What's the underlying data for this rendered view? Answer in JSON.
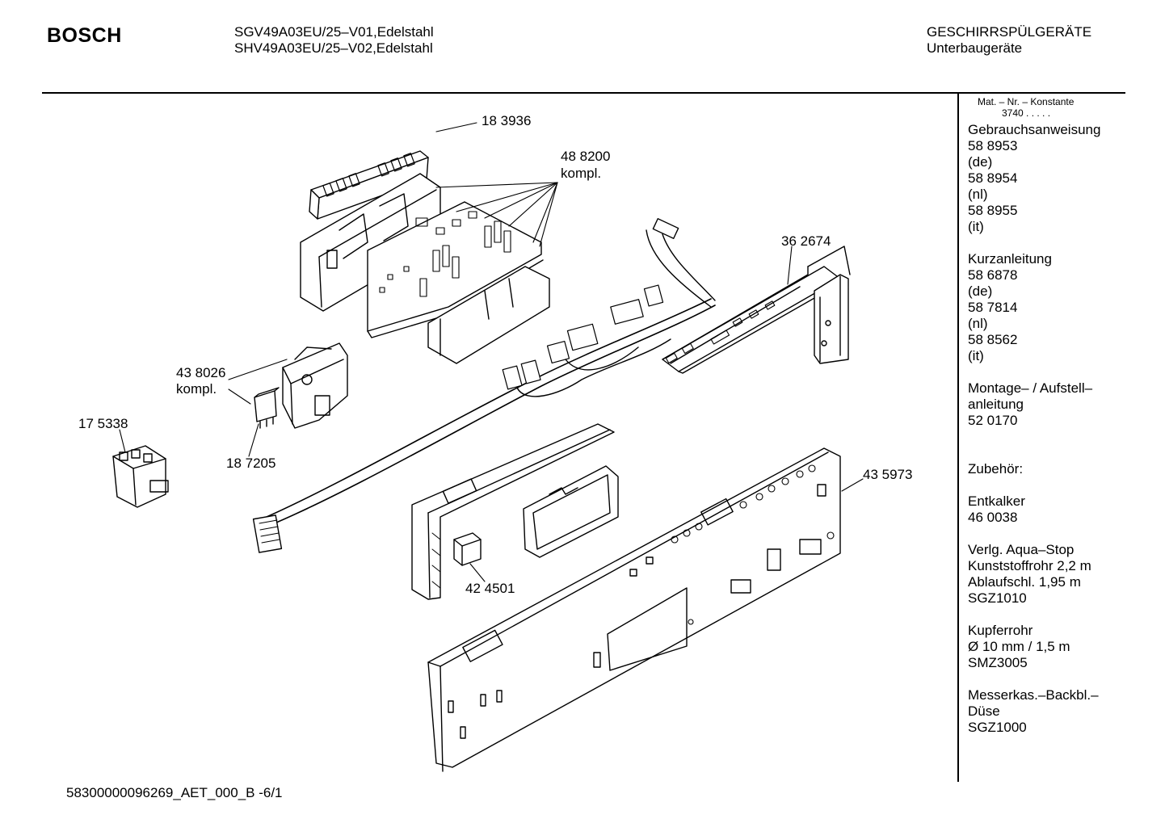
{
  "header": {
    "brand": "BOSCH",
    "model_line_1": "SGV49A03EU/25–V01,Edelstahl",
    "model_line_2": "SHV49A03EU/25–V02,Edelstahl",
    "category_line_1": "GESCHIRRSPÜLGERÄTE",
    "category_line_2": "Unterbaugeräte"
  },
  "sidebar": {
    "mat_label": "Mat. – Nr. – Konstante",
    "mat_value": "3740  .  .  .  .  .",
    "lines": [
      "Gebrauchsanweisung",
      "58 8953",
      "(de)",
      "58 8954",
      "(nl)",
      "58 8955",
      "(it)",
      "",
      "Kurzanleitung",
      "58 6878",
      "(de)",
      "58 7814",
      "(nl)",
      "58 8562",
      "(it)",
      "",
      "Montage– / Aufstell–",
      "anleitung",
      "52 0170",
      "",
      "",
      "Zubehör:",
      "",
      "Entkalker",
      "46 0038",
      "",
      "Verlg. Aqua–Stop",
      "Kunststoffrohr 2,2 m",
      "Ablaufschl. 1,95 m",
      "SGZ1010",
      "",
      "Kupferrohr",
      "Ø 10 mm / 1,5 m",
      "SMZ3005",
      "",
      "Messerkas.–Backbl.–",
      "Düse",
      "SGZ1000"
    ]
  },
  "callouts": {
    "p183936": "18 3936",
    "p488200_num": "48 8200",
    "p488200_note": "kompl.",
    "p362674": "36 2674",
    "p438026_num": "43 8026",
    "p438026_note": "kompl.",
    "p175338": "17 5338",
    "p187205": "18 7205",
    "p435973": "43 5973",
    "p424501": "42 4501"
  },
  "footer": {
    "doc_code": "58300000096269_AET_000_B  -6/1"
  }
}
